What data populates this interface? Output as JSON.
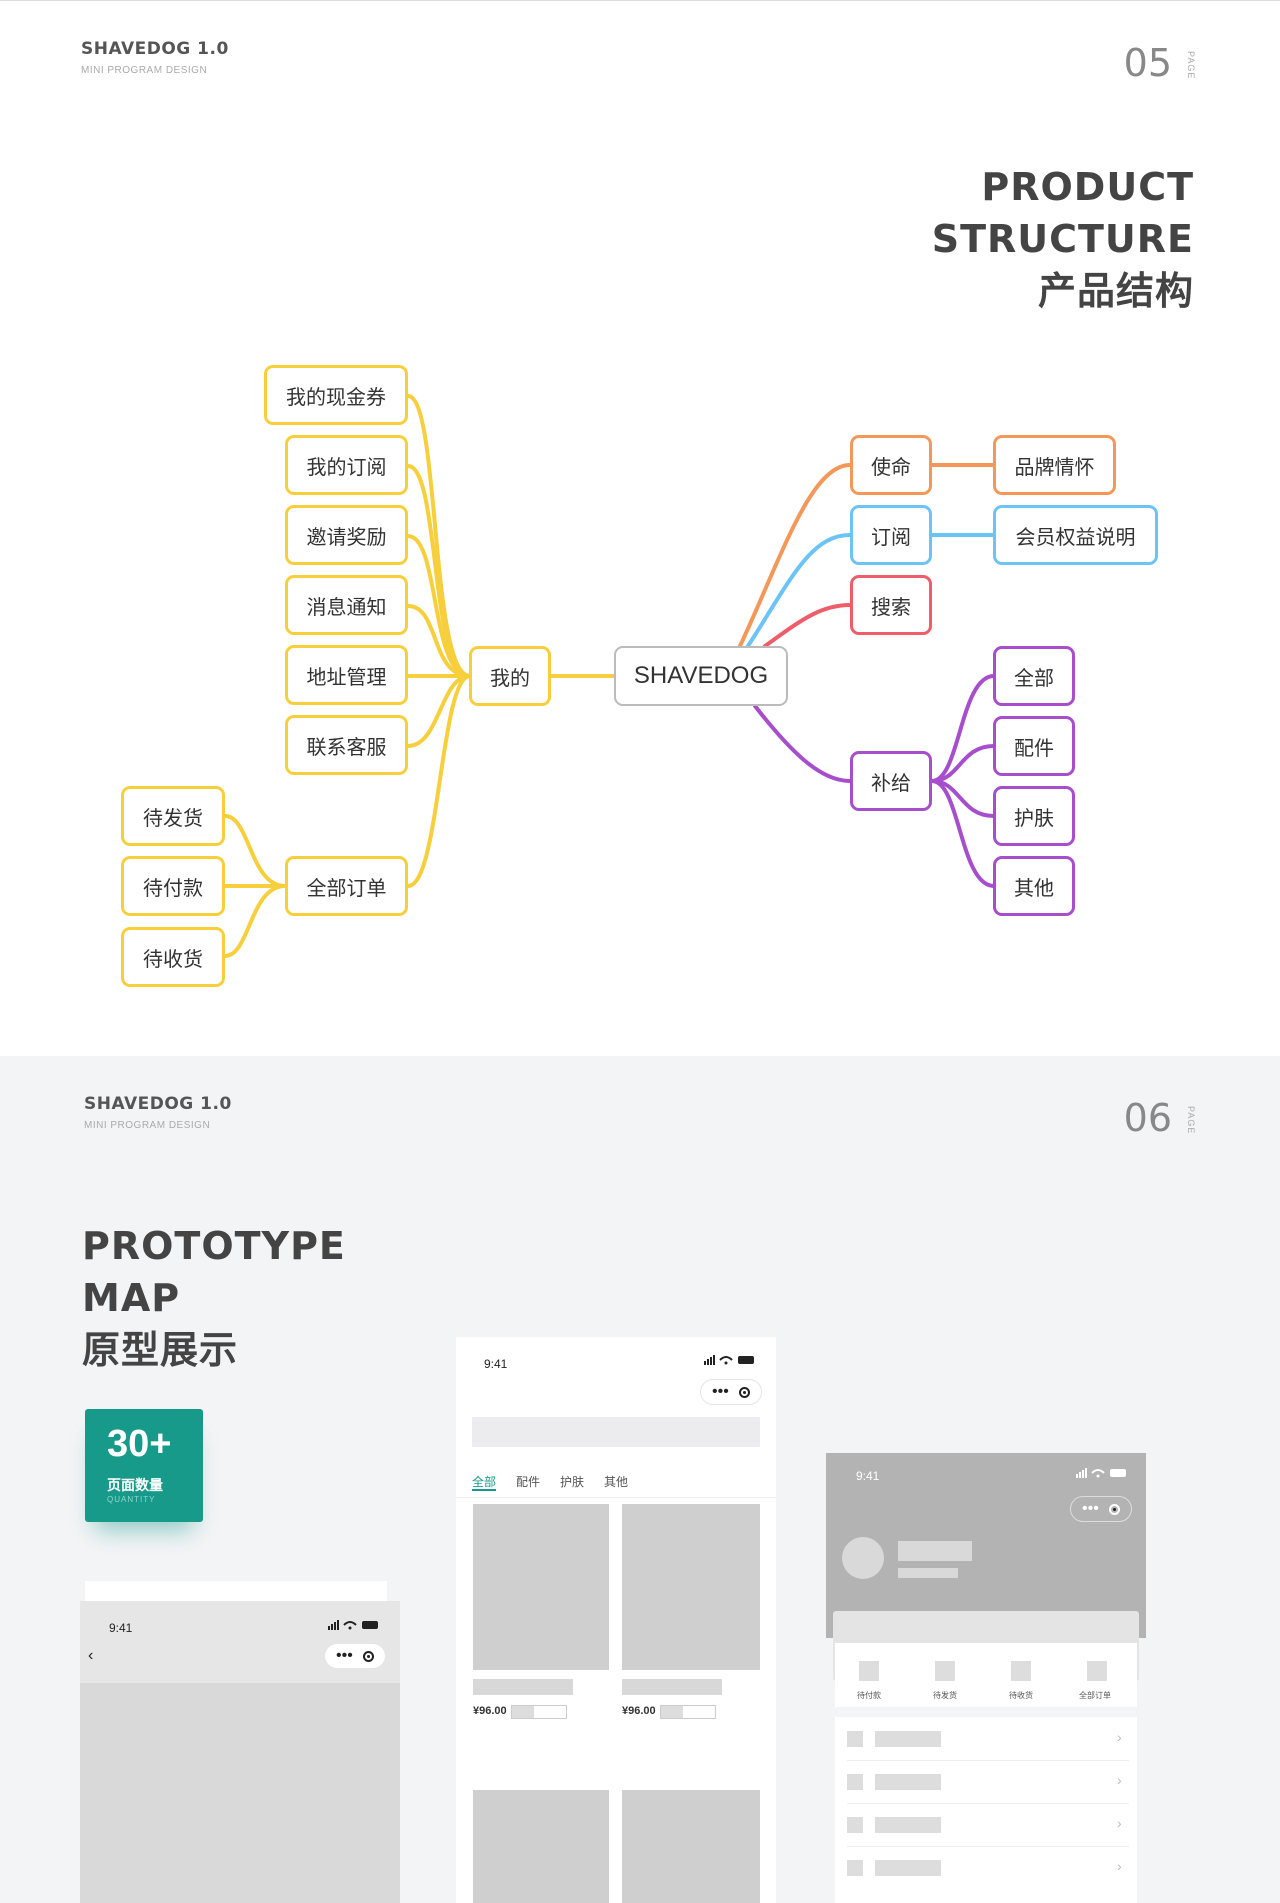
{
  "page05": {
    "brand": "SHAVEDOG 1.0",
    "brand_sub": "MINI PROGRAM DESIGN",
    "page_number": "05",
    "page_label": "PAGE",
    "title_line1": "PRODUCT",
    "title_line2": "STRUCTURE",
    "title_cn": "产品结构",
    "mindmap": {
      "root": "SHAVEDOG",
      "mine": "我的",
      "mine_items": [
        "我的现金券",
        "我的订阅",
        "邀请奖励",
        "消息通知",
        "地址管理",
        "联系客服",
        "全部订单"
      ],
      "orders_items": [
        "待发货",
        "待付款",
        "待收货"
      ],
      "mission": "使命",
      "mission_child": "品牌情怀",
      "subscribe": "订阅",
      "subscribe_child": "会员权益说明",
      "search": "搜索",
      "supply": "补给",
      "supply_items": [
        "全部",
        "配件",
        "护肤",
        "其他"
      ],
      "colors": {
        "mine": "#f7cf3d",
        "mission": "#f4985a",
        "subscribe": "#6cc3f5",
        "search": "#ef5d6b",
        "supply": "#a64ecb",
        "root": "#bbbbbb"
      }
    }
  },
  "page06": {
    "brand": "SHAVEDOG 1.0",
    "brand_sub": "MINI PROGRAM DESIGN",
    "page_number": "06",
    "page_label": "PAGE",
    "title_line1": "PROTOTYPE",
    "title_line2": "MAP",
    "title_cn": "原型展示",
    "stat_number": "30+",
    "stat_label": "页面数量",
    "stat_en": "QUANTITY",
    "status_time": "9:41",
    "shop_tabs": [
      "全部",
      "配件",
      "护肤",
      "其他"
    ],
    "price_1": "¥96.00",
    "price_2": "¥96.00",
    "order_icons": [
      "待付款",
      "待发货",
      "待收货",
      "全部订单"
    ]
  }
}
